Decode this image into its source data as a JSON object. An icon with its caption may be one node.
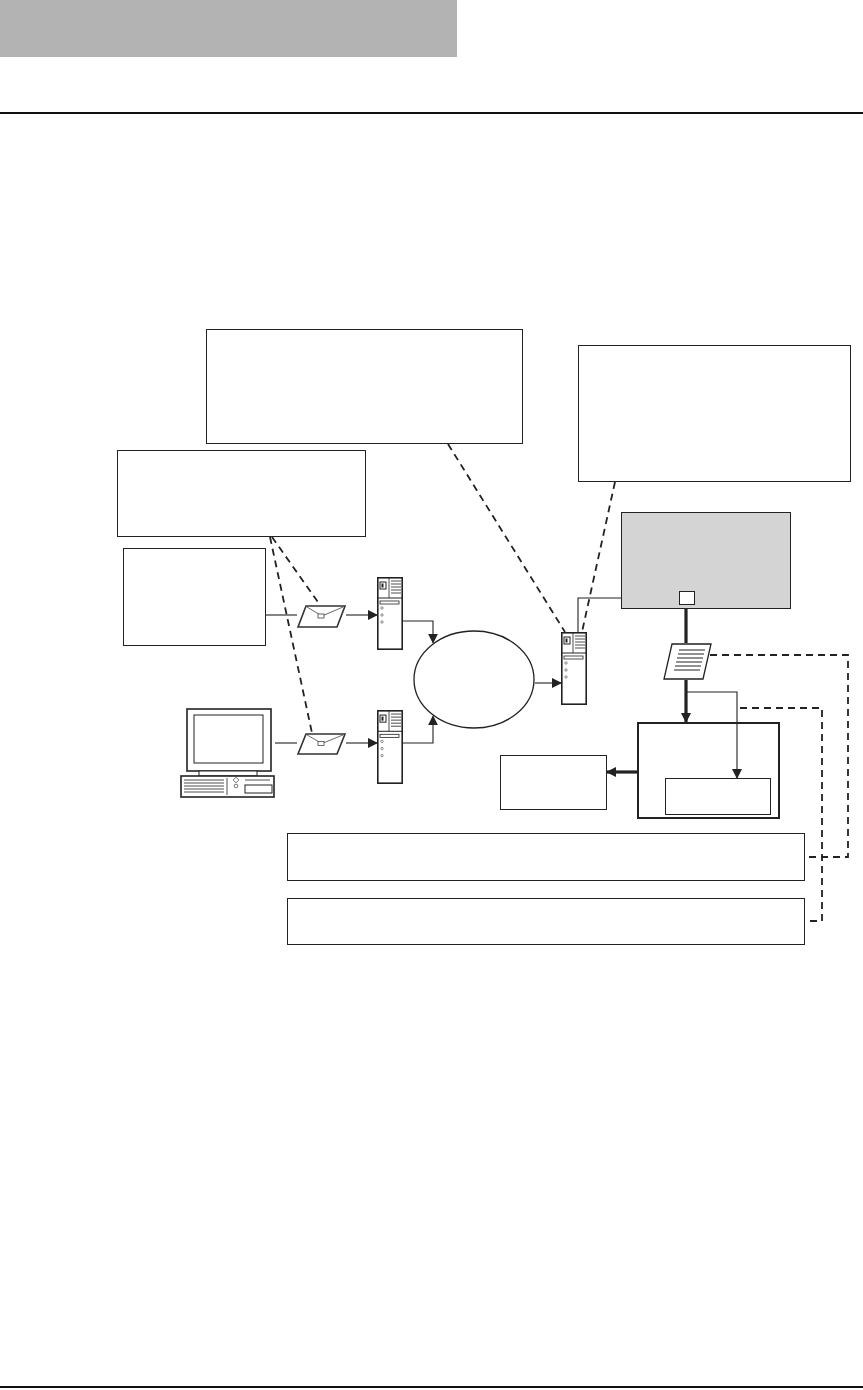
{
  "diagram": {
    "nodes": [
      {
        "text": [],
        "shape": "box"
      },
      {
        "text": [],
        "shape": "box"
      },
      {
        "text": [],
        "shape": "box"
      },
      {
        "text": [],
        "shape": "box"
      },
      {
        "text": [],
        "shape": "box"
      },
      {
        "text": [],
        "shape": "box",
        "in": 4
      },
      {
        "text": [],
        "shape": "envelope"
      },
      {
        "text": [],
        "shape": "server"
      },
      {
        "text": [],
        "shape": "ellipse"
      },
      {
        "text": [],
        "shape": "server"
      },
      {
        "text": [],
        "shape": "document"
      },
      {
        "text": [],
        "shape": "computer"
      },
      {
        "text": [],
        "shape": "envelope"
      },
      {
        "text": [],
        "shape": "server"
      },
      {
        "text": [],
        "shape": "box"
      },
      {
        "text": [],
        "shape": "box",
        "in": 14
      },
      {
        "text": [],
        "shape": "box"
      },
      {
        "text": [],
        "shape": "box"
      },
      {
        "text": [],
        "shape": "box"
      }
    ],
    "edges": [
      {
        "from": 3,
        "to": 6,
        "arrow": "none"
      },
      {
        "from": 6,
        "to": 7,
        "arrow": "to"
      },
      {
        "from": 11,
        "to": 12,
        "arrow": "none"
      },
      {
        "from": 12,
        "to": 13,
        "arrow": "to"
      },
      {
        "from": 7,
        "to": 8,
        "arrow": "to"
      },
      {
        "from": 13,
        "to": 8,
        "arrow": "to"
      },
      {
        "from": 8,
        "to": 9,
        "arrow": "to"
      },
      {
        "from": 9,
        "to": 5,
        "arrow": "to"
      },
      {
        "from": 5,
        "to": 10,
        "arrow": "none",
        "style": "thick"
      },
      {
        "from": 10,
        "to": 14,
        "arrow": "to",
        "style": "thick"
      },
      {
        "from": 10,
        "to": 15,
        "arrow": "to"
      },
      {
        "from": 14,
        "to": 16,
        "arrow": "to",
        "style": "thick"
      },
      {
        "from": 0,
        "to": 9,
        "arrow": "none",
        "style": "dashed"
      },
      {
        "from": 1,
        "to": 9,
        "arrow": "none",
        "style": "dashed"
      },
      {
        "from": 2,
        "to": 6,
        "arrow": "none",
        "style": "dashed"
      },
      {
        "from": 2,
        "to": 12,
        "arrow": "none",
        "style": "dashed"
      },
      {
        "from": 10,
        "to": 17,
        "arrow": "none",
        "style": "dashed"
      },
      {
        "from": 14,
        "to": 18,
        "arrow": "none",
        "style": "dashed"
      }
    ]
  }
}
